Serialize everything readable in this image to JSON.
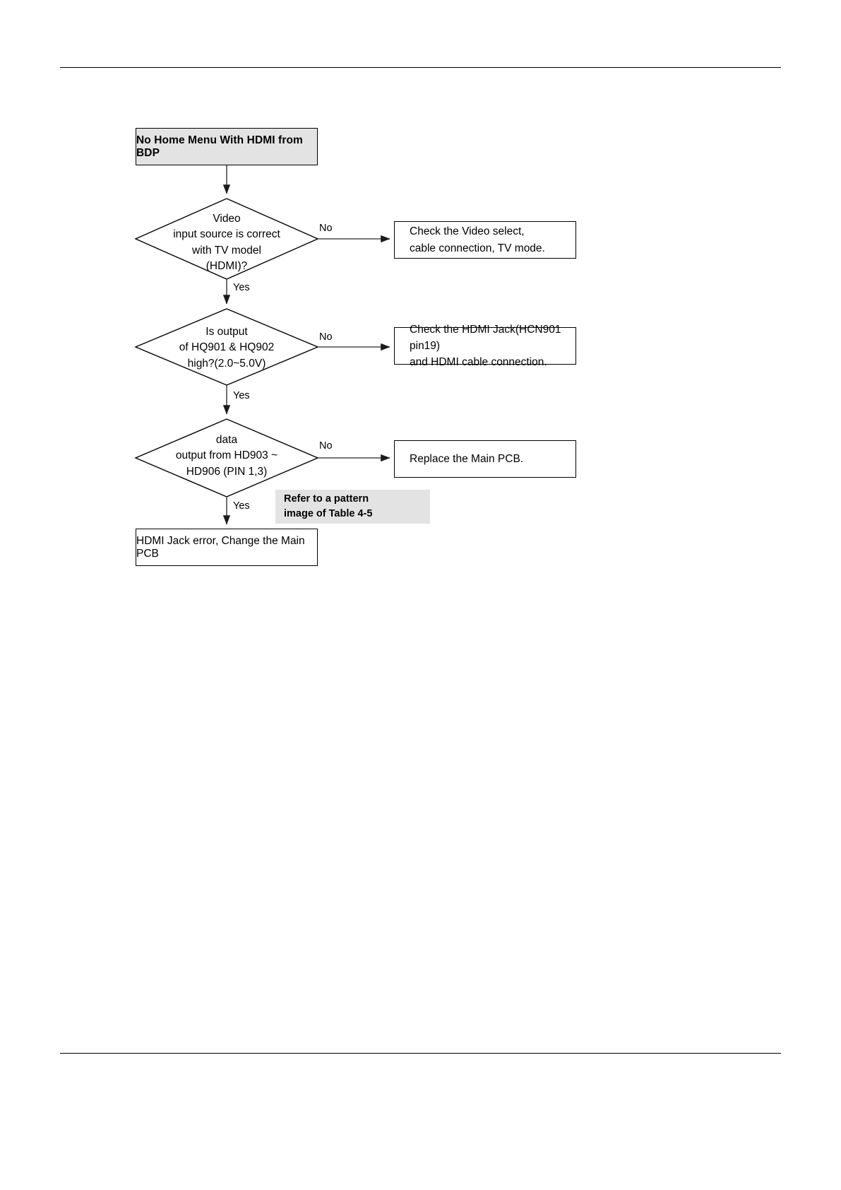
{
  "document": {
    "type": "service-manual-troubleshooting-flowchart",
    "has_header_rule": true,
    "has_footer_rule": true
  },
  "flowchart": {
    "title": "No Home Menu With HDMI from BDP",
    "start": {
      "label": "No Home Menu With HDMI from BDP",
      "fill": "#e3e3e3",
      "stroke": "#000000"
    },
    "decisions": [
      {
        "id": "decision-video-input-source",
        "text": "Video\ninput source is correct\nwith TV model\n(HDMI)?",
        "no_label": "No",
        "yes_label": "Yes"
      },
      {
        "id": "decision-hq901-hq902-output",
        "text": "Is output\nof HQ901 & HQ902\nhigh?(2.0~5.0V)",
        "no_label": "No",
        "yes_label": "Yes"
      },
      {
        "id": "decision-hd903-hd906-data",
        "text": "data\noutput from HD903 ~\nHD906 (PIN 1,3)",
        "no_label": "No",
        "yes_label": "Yes"
      }
    ],
    "actions": [
      {
        "id": "action-check-video-select",
        "line1": "Check the Video select,",
        "line2": "cable connection, TV mode."
      },
      {
        "id": "action-check-hdmi-jack",
        "line1": "Check the HDMI Jack(HCN901 pin19)",
        "line2": "and HDMI cable connection."
      },
      {
        "id": "action-replace-main-pcb",
        "line1": "Replace the Main PCB.",
        "line2": ""
      }
    ],
    "note": {
      "line1": "Refer to a pattern",
      "line2": "image of Table 4-5",
      "fill": "#e3e3e3"
    },
    "end": {
      "label": "HDMI Jack error, Change the Main PCB"
    }
  }
}
